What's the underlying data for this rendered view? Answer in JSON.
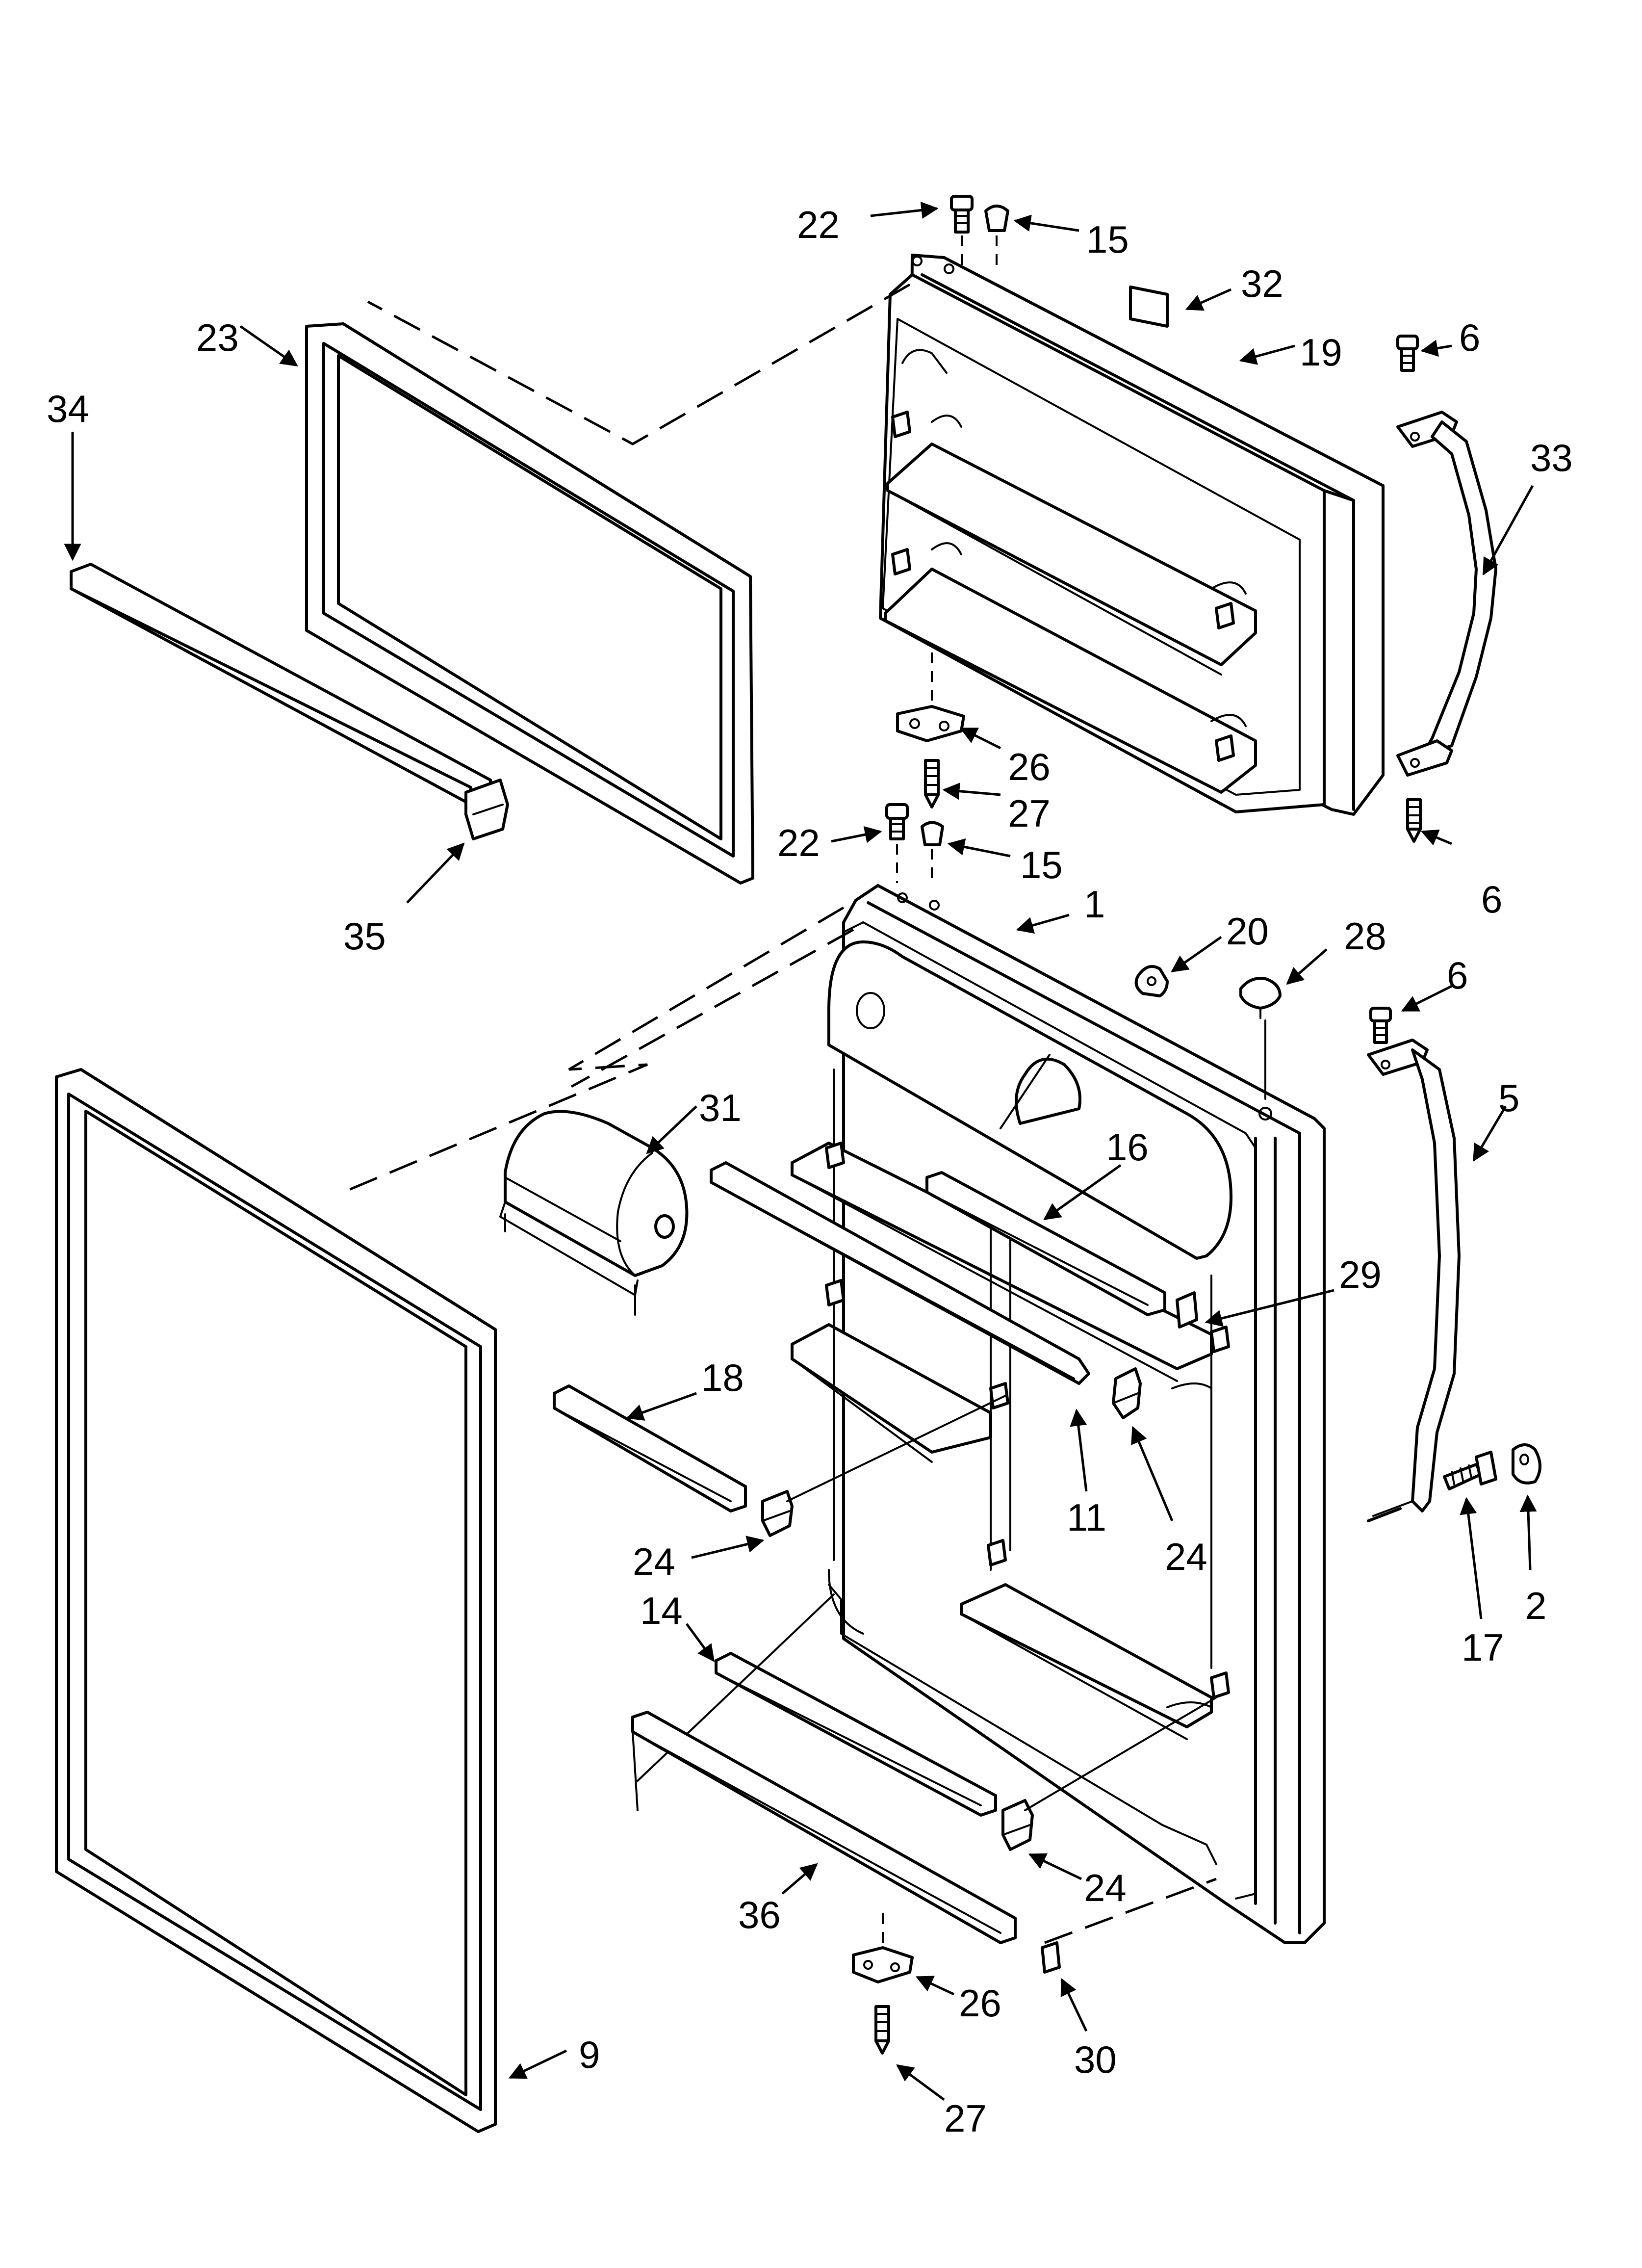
{
  "callouts": [
    {
      "id": "c22a",
      "text": "22"
    },
    {
      "id": "c15a",
      "text": "15"
    },
    {
      "id": "c32",
      "text": "32"
    },
    {
      "id": "c23",
      "text": "23"
    },
    {
      "id": "c19",
      "text": "19"
    },
    {
      "id": "c6a",
      "text": "6"
    },
    {
      "id": "c34",
      "text": "34"
    },
    {
      "id": "c33",
      "text": "33"
    },
    {
      "id": "c26a",
      "text": "26"
    },
    {
      "id": "c27a",
      "text": "27"
    },
    {
      "id": "c22b",
      "text": "22"
    },
    {
      "id": "c15b",
      "text": "15"
    },
    {
      "id": "c6b",
      "text": "6"
    },
    {
      "id": "c35",
      "text": "35"
    },
    {
      "id": "c1",
      "text": "1"
    },
    {
      "id": "c20",
      "text": "20"
    },
    {
      "id": "c28",
      "text": "28"
    },
    {
      "id": "c6c",
      "text": "6"
    },
    {
      "id": "c31",
      "text": "31"
    },
    {
      "id": "c5",
      "text": "5"
    },
    {
      "id": "c16",
      "text": "16"
    },
    {
      "id": "c29",
      "text": "29"
    },
    {
      "id": "c18",
      "text": "18"
    },
    {
      "id": "c11",
      "text": "11"
    },
    {
      "id": "c24a",
      "text": "24"
    },
    {
      "id": "c24b",
      "text": "24"
    },
    {
      "id": "c14",
      "text": "14"
    },
    {
      "id": "c17",
      "text": "17"
    },
    {
      "id": "c2",
      "text": "2"
    },
    {
      "id": "c24c",
      "text": "24"
    },
    {
      "id": "c36",
      "text": "36"
    },
    {
      "id": "c26b",
      "text": "26"
    },
    {
      "id": "c30",
      "text": "30"
    },
    {
      "id": "c9",
      "text": "9"
    },
    {
      "id": "c27b",
      "text": "27"
    }
  ]
}
